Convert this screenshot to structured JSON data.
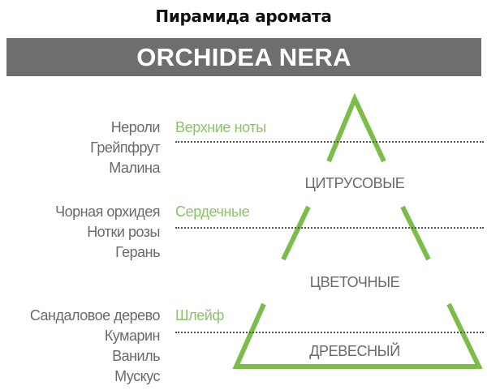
{
  "header": {
    "title": "Пирамида аромата",
    "product_name": "ORCHIDEA NERA"
  },
  "colors": {
    "banner_bg": "#6d6e70",
    "accent_green": "#8dc26a",
    "pyramid_green": "#7cbd4a",
    "text_gray": "#6a6a6a"
  },
  "tiers": [
    {
      "label": "Верхние ноты",
      "notes": [
        "Нероли",
        "Грейпфрут",
        "Малина"
      ],
      "family": "ЦИТРУСОВЫЕ"
    },
    {
      "label": "Сердечные",
      "notes": [
        "Чорная орхидея",
        "Нотки розы",
        "Герань"
      ],
      "family": "ЦВЕТОЧНЫЕ"
    },
    {
      "label": "Шлейф",
      "notes": [
        "Сандаловое дерево",
        "Кумарин",
        "Ваниль",
        "Мускус"
      ],
      "family": "ДРЕВЕСНЫЙ"
    }
  ]
}
